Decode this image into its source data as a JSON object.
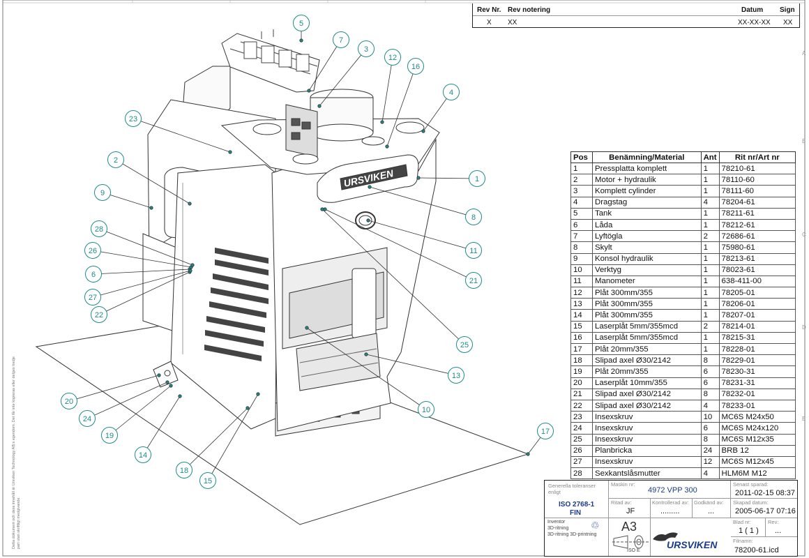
{
  "revision_table": {
    "headers": {
      "nr": "Rev Nr.",
      "note": "Rev notering",
      "date": "Datum",
      "sign": "Sign"
    },
    "row": {
      "nr": "X",
      "note": "XX",
      "date": "XX-XX-XX",
      "sign": "XX"
    }
  },
  "bom": {
    "headers": {
      "pos": "Pos",
      "name": "Benämning/Material",
      "qty": "Ant",
      "ref": "Rit nr/Art nr"
    },
    "rows": [
      {
        "pos": "1",
        "name": "Pressplatta komplett",
        "qty": "1",
        "ref": "78210-61"
      },
      {
        "pos": "2",
        "name": "Motor + hydraulik",
        "qty": "1",
        "ref": "78110-60"
      },
      {
        "pos": "3",
        "name": "Komplett cylinder",
        "qty": "1",
        "ref": "78111-60"
      },
      {
        "pos": "4",
        "name": "Dragstag",
        "qty": "4",
        "ref": "78204-61"
      },
      {
        "pos": "5",
        "name": "Tank",
        "qty": "1",
        "ref": "78211-61"
      },
      {
        "pos": "6",
        "name": "Låda",
        "qty": "1",
        "ref": "78212-61"
      },
      {
        "pos": "7",
        "name": "Lyftögla",
        "qty": "2",
        "ref": "72686-61"
      },
      {
        "pos": "8",
        "name": "Skylt",
        "qty": "1",
        "ref": "75980-61"
      },
      {
        "pos": "9",
        "name": "Konsol hydraulik",
        "qty": "1",
        "ref": "78213-61"
      },
      {
        "pos": "10",
        "name": "Verktyg",
        "qty": "1",
        "ref": "78023-61"
      },
      {
        "pos": "11",
        "name": "Manometer",
        "qty": "1",
        "ref": "638-411-00"
      },
      {
        "pos": "12",
        "name": "Plåt 300mm/355",
        "qty": "1",
        "ref": "78205-01"
      },
      {
        "pos": "13",
        "name": "Plåt 300mm/355",
        "qty": "1",
        "ref": "78206-01"
      },
      {
        "pos": "14",
        "name": "Plåt 300mm/355",
        "qty": "1",
        "ref": "78207-01"
      },
      {
        "pos": "15",
        "name": "Laserplåt 5mm/355mcd",
        "qty": "2",
        "ref": "78214-01"
      },
      {
        "pos": "16",
        "name": "Laserplåt 5mm/355mcd",
        "qty": "1",
        "ref": "78215-31"
      },
      {
        "pos": "17",
        "name": "Plåt 20mm/355",
        "qty": "1",
        "ref": "78228-01"
      },
      {
        "pos": "18",
        "name": "Slipad axel Ø30/2142",
        "qty": "8",
        "ref": "78229-01"
      },
      {
        "pos": "19",
        "name": "Plåt 20mm/355",
        "qty": "6",
        "ref": "78230-31"
      },
      {
        "pos": "20",
        "name": "Laserplåt 10mm/355",
        "qty": "6",
        "ref": "78231-31"
      },
      {
        "pos": "21",
        "name": "Slipad axel Ø30/2142",
        "qty": "8",
        "ref": "78232-01"
      },
      {
        "pos": "22",
        "name": "Slipad axel Ø30/2142",
        "qty": "4",
        "ref": "78233-01"
      },
      {
        "pos": "23",
        "name": "Insexskruv",
        "qty": "10",
        "ref": "MC6S M24x50"
      },
      {
        "pos": "24",
        "name": "Insexskruv",
        "qty": "6",
        "ref": "MC6S M24x120"
      },
      {
        "pos": "25",
        "name": "Insexskruv",
        "qty": "8",
        "ref": "MC6S M12x35"
      },
      {
        "pos": "26",
        "name": "Planbricka",
        "qty": "24",
        "ref": "BRB 12"
      },
      {
        "pos": "27",
        "name": "Insexskruv",
        "qty": "12",
        "ref": "MC6S M12x45"
      },
      {
        "pos": "28",
        "name": "Sexkantslåsmutter",
        "qty": "4",
        "ref": "HLM6M M12"
      }
    ]
  },
  "title_block": {
    "tolerance_label": "Generella toleranser enligt",
    "iso_standard": "ISO 2768-1",
    "tolerance_class": "FIN",
    "small_note_1": "Inventor",
    "small_note_2": "3D-ritning",
    "small_note_3": "3D-ritning 3D-printning",
    "machine_label": "Maskin nr:",
    "machine_value": "4972 VPP 300",
    "last_saved_label": "Senast sparad:",
    "last_saved_value": "2011-02-15 08:37",
    "drawn_label": "Ritad av:",
    "drawn_value": "JF",
    "checked_label": "Kontrollerad av:",
    "checked_value": ".........",
    "approved_label": "Godkänd av:",
    "approved_value": "...",
    "created_label": "Skapad datum:",
    "created_value": "2005-06-17 07:16",
    "sheet_label": "Blad nr:",
    "sheet_value": "1 ( 1 )",
    "rev_label": "Rev:",
    "rev_value": "...",
    "format": "A3",
    "projection": "ISO E",
    "company": "URSVIKEN",
    "filename_label": "Filnamn:",
    "filename_value": "78200-61.icd"
  },
  "part_logo_text": "URSVIKEN",
  "side_note": "Detta dokument och dess innehåll är Ursviken Technology AB:s egendom. Det får inte kopieras eller delges tredje part utan skriftligt medgivande.",
  "callouts": [
    "1",
    "2",
    "3",
    "4",
    "5",
    "6",
    "7",
    "8",
    "9",
    "10",
    "11",
    "12",
    "13",
    "14",
    "15",
    "16",
    "17",
    "18",
    "19",
    "20",
    "21",
    "22",
    "23",
    "24",
    "25",
    "26",
    "27",
    "28"
  ],
  "margin_letters": [
    "A",
    "B",
    "C",
    "D",
    "E"
  ],
  "colors": {
    "callout": "#1f8a8a",
    "line": "#333333",
    "border": "#222222"
  }
}
